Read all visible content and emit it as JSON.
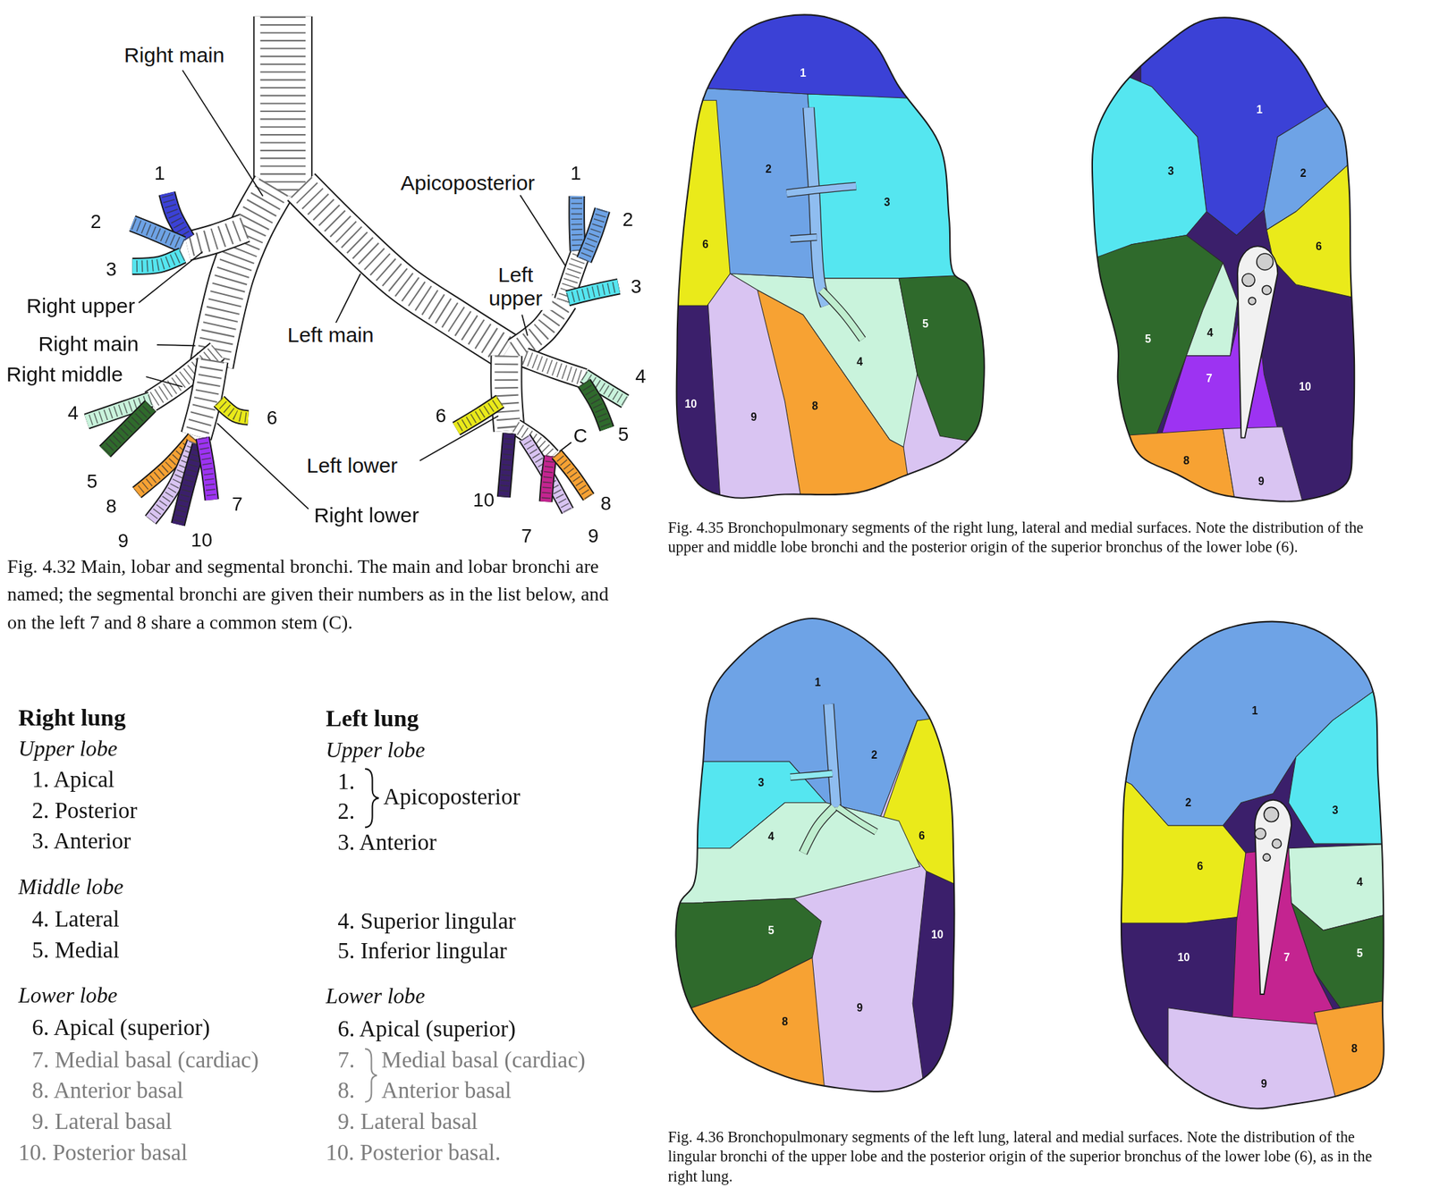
{
  "diagram": {
    "caption": "Fig. 4.32 Main, lobar and segmental bronchi. The main and lobar bronchi are named; the segmental bronchi are given their numbers as in the list below, and on the left 7 and 8 share a common stem (C).",
    "labels": [
      "Right main",
      "1",
      "2",
      "3",
      "Right upper",
      "Right main",
      "Right middle",
      "Left main",
      "Apicoposterior",
      "1",
      "2",
      "Left upper",
      "3",
      "4",
      "6",
      "5",
      "8",
      "7",
      "9",
      "10",
      "Right lower",
      "4",
      "5",
      "6",
      "Left lower",
      "C",
      "10",
      "8",
      "7",
      "9",
      "Right lung",
      "Upper lobe",
      "1. Apical",
      "2. Posterior",
      "3. Anterior",
      "Middle lobe",
      "4. Lateral",
      "5. Medial",
      "Lower lobe",
      "6. Apical (superior)",
      "7. Medial basal (cardiac)",
      "8. Anterior basal",
      "9. Lateral basal",
      "10. Posterior basal",
      "Left lung",
      "Upper lobe",
      "1.",
      "2.",
      "Apicoposterior",
      "3. Anterior",
      "4. Superior lingular",
      "5. Inferior lingular",
      "Lower lobe",
      "6. Apical (superior)",
      "7.",
      "Medial basal (cardiac)",
      "8.",
      "Anterior basal",
      "9. Lateral basal",
      "10. Posterior basal.",
      "Fig. 4.35 Bronchopulmonary segments of the right lung, lateral and medial surfaces. Note the distribution of the upper and middle lobe bronchi and the posterior origin of the superior bronchus of the lower lobe (6).",
      "Fig. 4.36 Bronchopulmonary segments of the left lung, lateral and medial surfaces. Note the distribution of the lingular bronchi of the upper lobe and the posterior origin of the superior bronchus of the lower lobe (6), as in the right lung.",
      "1",
      "2",
      "3",
      "6",
      "5",
      "4",
      "10",
      "9",
      "8",
      "1",
      "3",
      "2",
      "6",
      "5",
      "4",
      "7",
      "10",
      "8",
      "9",
      "1",
      "2",
      "3",
      "4",
      "6",
      "5",
      "10",
      "8",
      "9",
      "1",
      "2",
      "3",
      "6",
      "4",
      "10",
      "7",
      "5",
      "9",
      "8"
    ]
  }
}
